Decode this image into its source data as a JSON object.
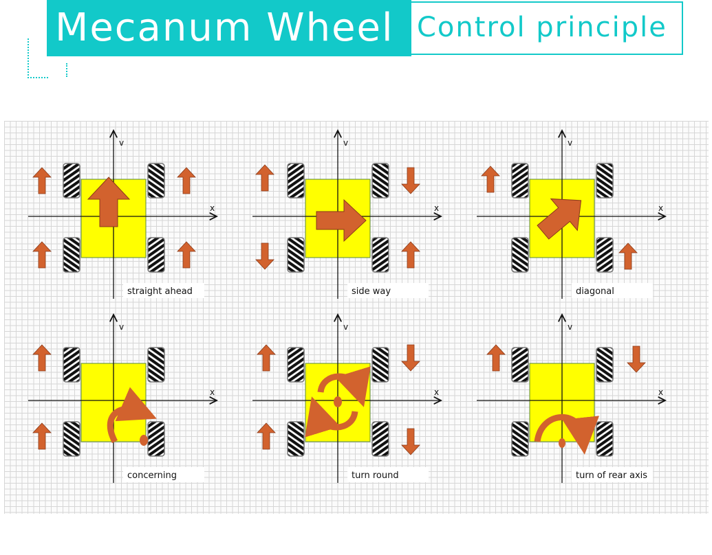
{
  "header": {
    "title": "Mecanum Wheel",
    "subtitle": "Control principle"
  },
  "colors": {
    "accent": "#12c9c9",
    "chassis": "#ffff00",
    "arrow": "#d2622e",
    "wheel": "#111111"
  },
  "axis_labels": {
    "x": "x",
    "y": "v"
  },
  "panels": [
    {
      "label": "straight ahead",
      "motion": "straight"
    },
    {
      "label": "side way",
      "motion": "side"
    },
    {
      "label": "diagonal",
      "motion": "diagonal"
    },
    {
      "label": "concerning",
      "motion": "corner"
    },
    {
      "label": "turn round",
      "motion": "rotate"
    },
    {
      "label": "turn of rear axis",
      "motion": "rear-axis"
    }
  ]
}
